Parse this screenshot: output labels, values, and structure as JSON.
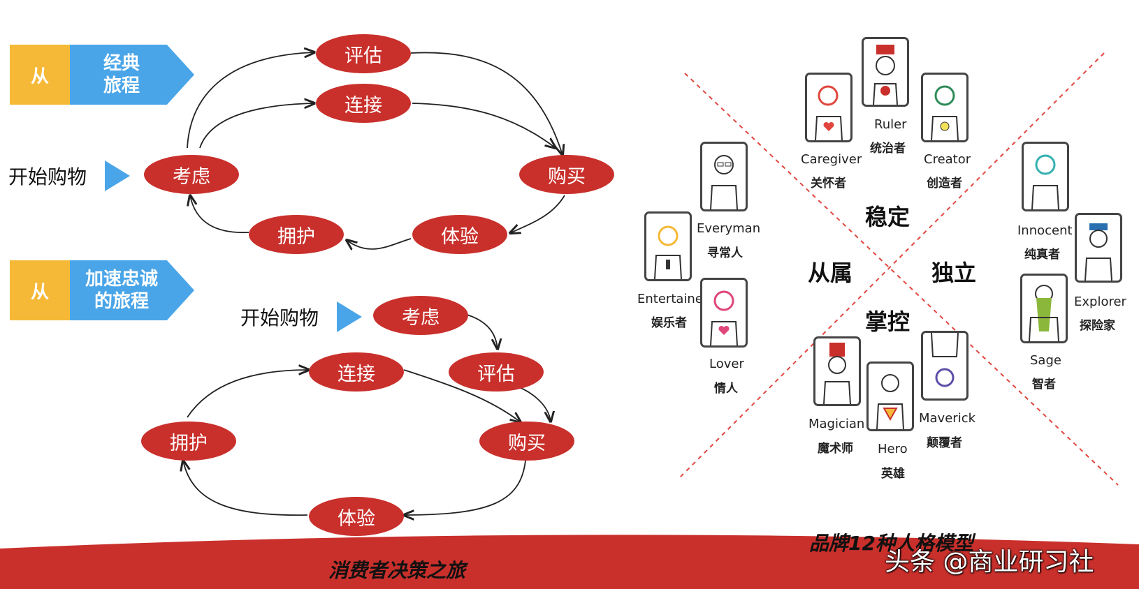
{
  "journeys": {
    "classic": {
      "badge_left": "从",
      "badge_right": "经典\n旅程",
      "start_label": "开始购物",
      "nodes": {
        "consider": "考虑",
        "evaluate": "评估",
        "connect": "连接",
        "buy": "购买",
        "experience": "体验",
        "advocate": "拥护"
      }
    },
    "accelerated": {
      "badge_left": "从",
      "badge_right": "加速忠诚\n的旅程",
      "start_label": "开始购物",
      "nodes": {
        "consider": "考虑",
        "evaluate": "评估",
        "connect": "连接",
        "buy": "购买",
        "experience": "体验",
        "advocate": "拥护"
      }
    },
    "caption": "消费者决策之旅"
  },
  "archetypes": {
    "quadrants": {
      "top": "稳定",
      "left": "从属",
      "right": "独立",
      "bottom": "掌控"
    },
    "items": [
      {
        "en": "Ruler",
        "cn": "统治者",
        "icon": "crown-king-icon"
      },
      {
        "en": "Caregiver",
        "cn": "关怀者",
        "icon": "heart-holder-icon"
      },
      {
        "en": "Creator",
        "cn": "创造者",
        "icon": "lightbulb-person-icon"
      },
      {
        "en": "Everyman",
        "cn": "寻常人",
        "icon": "glasses-person-icon"
      },
      {
        "en": "Entertainer",
        "cn": "娱乐者",
        "icon": "microphone-person-icon"
      },
      {
        "en": "Lover",
        "cn": "情人",
        "icon": "heart-woman-icon"
      },
      {
        "en": "Innocent",
        "cn": "纯真者",
        "icon": "girl-icon"
      },
      {
        "en": "Explorer",
        "cn": "探险家",
        "icon": "hat-explorer-icon"
      },
      {
        "en": "Sage",
        "cn": "智者",
        "icon": "bearded-sage-icon"
      },
      {
        "en": "Magician",
        "cn": "魔术师",
        "icon": "top-hat-magician-icon"
      },
      {
        "en": "Hero",
        "cn": "英雄",
        "icon": "superhero-icon"
      },
      {
        "en": "Maverick",
        "cn": "颠覆者",
        "icon": "upside-down-person-icon"
      }
    ],
    "caption": "品牌12种人格模型"
  },
  "watermark": "头条 @商业研习社",
  "colors": {
    "node_red": "#c9302c",
    "badge_yellow": "#f5b937",
    "badge_blue": "#4aa5e8",
    "guide_red": "#e0463d"
  }
}
